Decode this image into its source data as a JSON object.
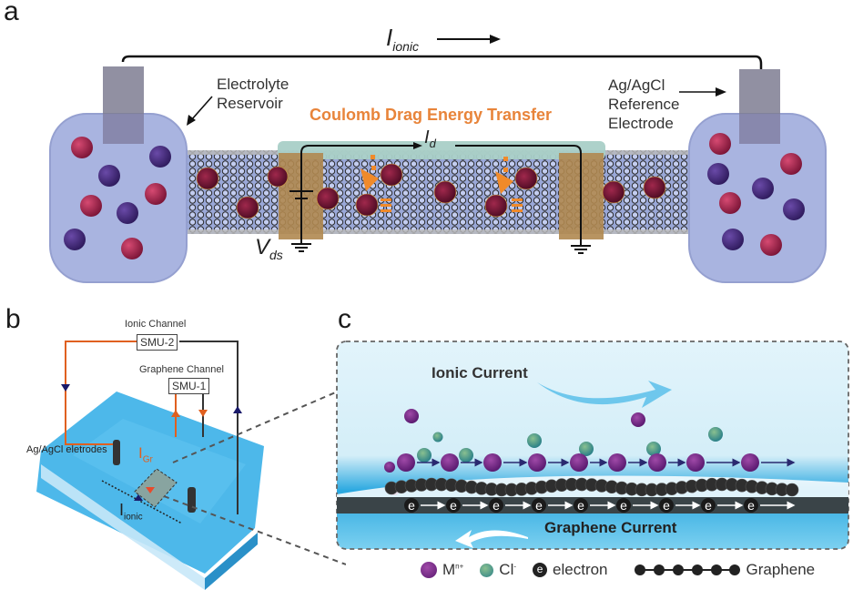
{
  "panels": {
    "a": {
      "letter": "a",
      "current_label_main": "I",
      "current_label_sub": "ionic",
      "reservoir_label_line1": "Electrolyte",
      "reservoir_label_line2": "Reservoir",
      "electrode_label_line1": "Ag/AgCl",
      "electrode_label_line2": "Reference",
      "electrode_label_line3": "Electrode",
      "energy_transfer_label": "Coulomb Drag Energy Transfer",
      "drag_current_main": "I",
      "drag_current_sub": "d",
      "voltage_main": "V",
      "voltage_sub": "ds"
    },
    "b": {
      "letter": "b",
      "ionic_channel_label": "Ionic Channel",
      "smu2_label": "SMU-2",
      "graphene_channel_label": "Graphene Channel",
      "smu1_label": "SMU-1",
      "electrodes_label": "Ag/AgCl eletrodes",
      "igr_main": "I",
      "igr_sub": "Gr",
      "iionic_main": "I",
      "iionic_sub": "ionic"
    },
    "c": {
      "letter": "c",
      "ionic_current_label": "Ionic Current",
      "graphene_current_label": "Graphene Current",
      "electron_glyph": "e",
      "legend": [
        {
          "symbol": "purple-ion",
          "label": "M",
          "sup": "n+"
        },
        {
          "symbol": "green-ion",
          "label": "Cl",
          "sup": "-"
        },
        {
          "symbol": "electron",
          "label": "electron"
        },
        {
          "symbol": "graphene-chain",
          "label": "Graphene"
        }
      ]
    }
  },
  "colors": {
    "accent_orange": "#e8843a",
    "cation_red": "#a0204a",
    "cation_purple": "#4a2a7a",
    "reservoir_blue": "#a9b4e0",
    "substrate_blue": "#3ab0e8",
    "panel_c_bg": "#dff2fa"
  }
}
